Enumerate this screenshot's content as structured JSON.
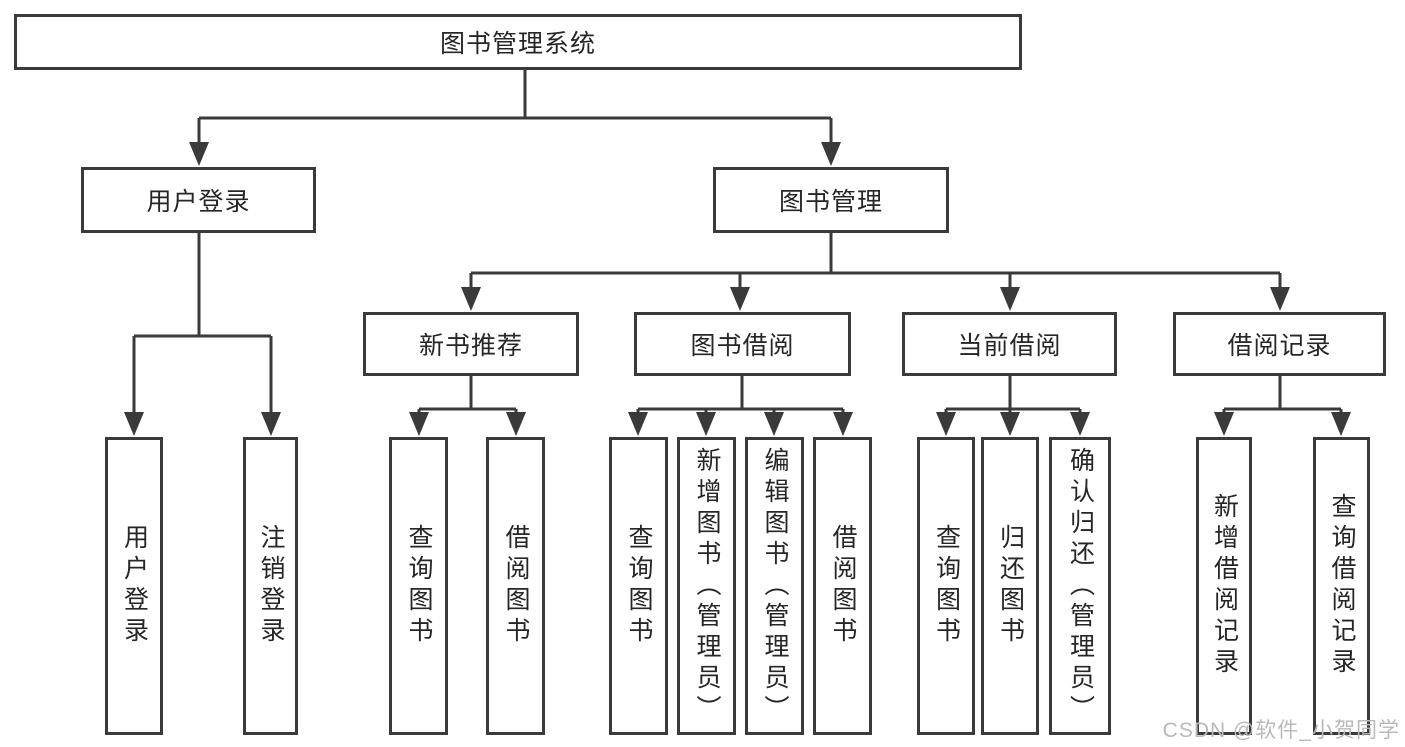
{
  "tree": {
    "label": "图书管理系统",
    "children": [
      {
        "label": "用户登录",
        "children": [
          {
            "label": "用户登录"
          },
          {
            "label": "注销登录"
          }
        ]
      },
      {
        "label": "图书管理",
        "children": [
          {
            "label": "新书推荐",
            "children": [
              {
                "label": "查询图书"
              },
              {
                "label": "借阅图书"
              }
            ]
          },
          {
            "label": "图书借阅",
            "children": [
              {
                "label": "查询图书"
              },
              {
                "label": "新增图书（管理员）"
              },
              {
                "label": "编辑图书（管理员）"
              },
              {
                "label": "借阅图书"
              }
            ]
          },
          {
            "label": "当前借阅",
            "children": [
              {
                "label": "查询图书"
              },
              {
                "label": "归还图书"
              },
              {
                "label": "确认归还（管理员）"
              }
            ]
          },
          {
            "label": "借阅记录",
            "children": [
              {
                "label": "新增借阅记录"
              },
              {
                "label": "查询借阅记录"
              }
            ]
          }
        ]
      }
    ]
  },
  "watermark": {
    "text": "CSDN @软件_小贺同学"
  },
  "colors": {
    "background": "#ffffff",
    "line": "#3a3a3a",
    "box_border": "#3a3a3a",
    "text": "#262626",
    "watermark": "#b9b9b9"
  }
}
